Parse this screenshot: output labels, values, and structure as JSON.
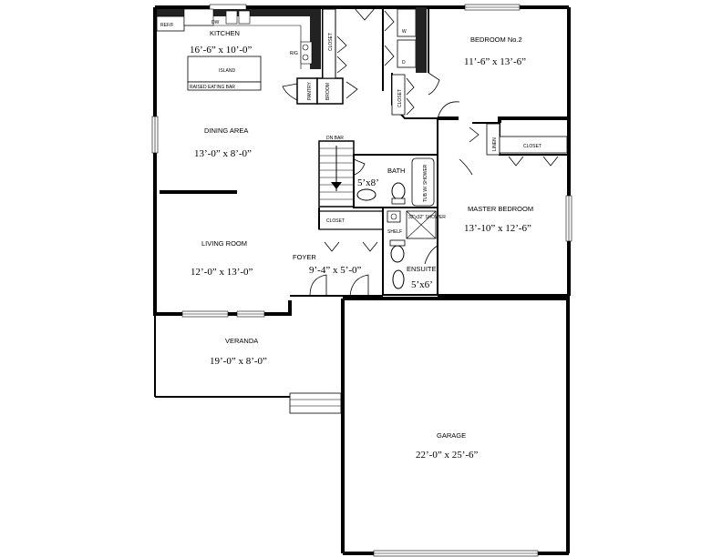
{
  "rooms": {
    "kitchen": {
      "name": "KITCHEN",
      "dims": "16’-6” x 10’-0”"
    },
    "dining": {
      "name": "DINING AREA",
      "dims": "13’-0” x 8’-0”"
    },
    "living": {
      "name": "LIVING ROOM",
      "dims": "12’-0” x 13’-0”"
    },
    "foyer": {
      "name": "FOYER",
      "dims": "9’-4” x 5’-0”"
    },
    "veranda": {
      "name": "VERANDA",
      "dims": "19’-0” x 8’-0”"
    },
    "bedroom2": {
      "name": "BEDROOM No.2",
      "dims": "11’-6” x 13’-6”"
    },
    "master": {
      "name": "MASTER BEDROOM",
      "dims": "13’-10” x 12’-6”"
    },
    "bath": {
      "name": "BATH",
      "dims": "5’x8’"
    },
    "ensuite": {
      "name": "ENSUITE",
      "dims": "5’x6’"
    },
    "garage": {
      "name": "GARAGE",
      "dims": "22’-0” x 25’-6”"
    }
  },
  "fixtures": {
    "refrigerator": "REF/F",
    "dishwasher": "DW",
    "island": "ISLAND",
    "raised_bar": "RAISED EATING BAR",
    "range": "R/G",
    "pantry": "PANTRY",
    "broom": "BROOM",
    "washer": "W",
    "dryer": "D",
    "linen": "LINEN",
    "dn_bar": "DN BAR",
    "tub_shower": "TUB W/ SHOWER",
    "shower": "32”x32” SHOWER",
    "shelf": "SHELF",
    "closet_laundry": "CLOSET",
    "closet_bed2": "CLOSET",
    "closet_master": "CLOSET",
    "closet_foyer": "CLOSET"
  }
}
